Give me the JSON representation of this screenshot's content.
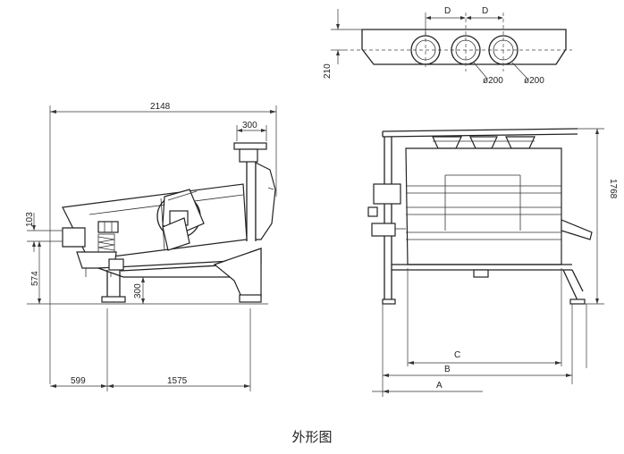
{
  "caption": "外形图",
  "top_view": {
    "dim_spacing_1": "D",
    "dim_spacing_2": "D",
    "dim_height": "210",
    "dim_outlet_1": "ø200",
    "dim_outlet_2": "ø200"
  },
  "side_view": {
    "dim_total_length": "2148",
    "dim_top_width": "300",
    "dim_outlet_height": "103",
    "dim_inlet_height": "574",
    "dim_leg_height": "300",
    "dim_front_length": "599",
    "dim_rear_length": "1575"
  },
  "end_view": {
    "dim_total_height": "1768",
    "dim_c": "C",
    "dim_b": "B",
    "dim_a": "A"
  }
}
